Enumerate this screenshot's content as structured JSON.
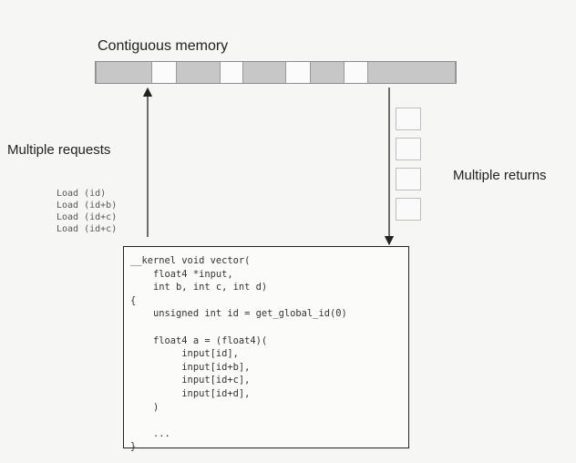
{
  "labels": {
    "memory_title": "Contiguous memory",
    "requests": "Multiple requests",
    "returns": "Multiple returns"
  },
  "memory_segments": [
    "filled",
    "empty",
    "filled",
    "empty",
    "filled",
    "empty",
    "filled",
    "empty",
    "filled"
  ],
  "load_instructions": [
    "Load (id)",
    "Load (id+b)",
    "Load (id+c)",
    "Load (id+c)"
  ],
  "return_box_count": 4,
  "code": [
    "__kernel void vector(",
    "    float4 *input,",
    "    int b, int c, int d)",
    "{",
    "    unsigned int id = get_global_id(0)",
    "",
    "    float4 a = (float4)(",
    "         input[id],",
    "         input[id+b],",
    "         input[id+c],",
    "         input[id+d],",
    "    )",
    "",
    "    ...",
    "}"
  ],
  "colors": {
    "segment_filled": "#c7c7c7",
    "line": "#222222"
  }
}
